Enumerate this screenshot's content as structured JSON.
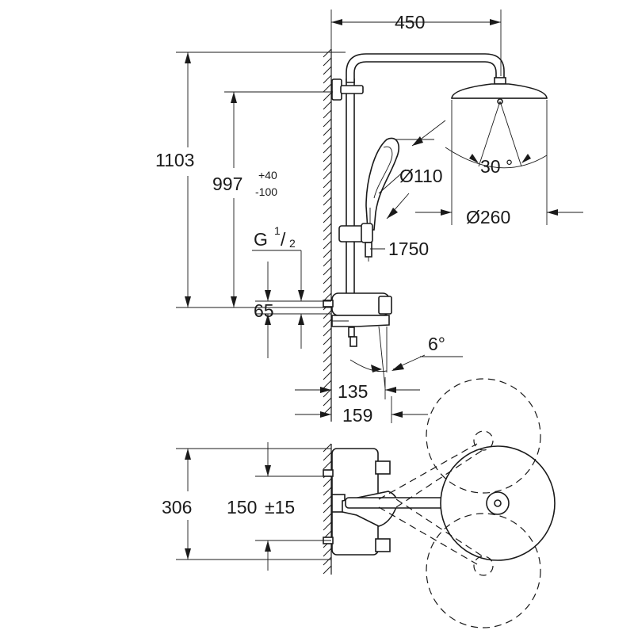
{
  "dimensions": {
    "width_450": "450",
    "height_1103": "1103",
    "height_997": "997",
    "tol_plus": "+40",
    "tol_minus": "-100",
    "thread_g": "G",
    "thread_num": "1",
    "thread_slash": "/",
    "thread_den": "2",
    "d_110": "Ø110",
    "d_260": "Ø260",
    "angle_30": "30 °",
    "h_1750": "1750",
    "d_65": "65",
    "angle_6": "6°",
    "d_135": "135",
    "d_159": "159",
    "d_306": "306",
    "d_150": "150",
    "d_150_tol": "±15"
  },
  "icons": {
    "wall": "wall-hatch-icon",
    "headshower": "head-shower-icon",
    "handshower": "hand-shower-icon",
    "thermostat": "thermostat-icon"
  }
}
